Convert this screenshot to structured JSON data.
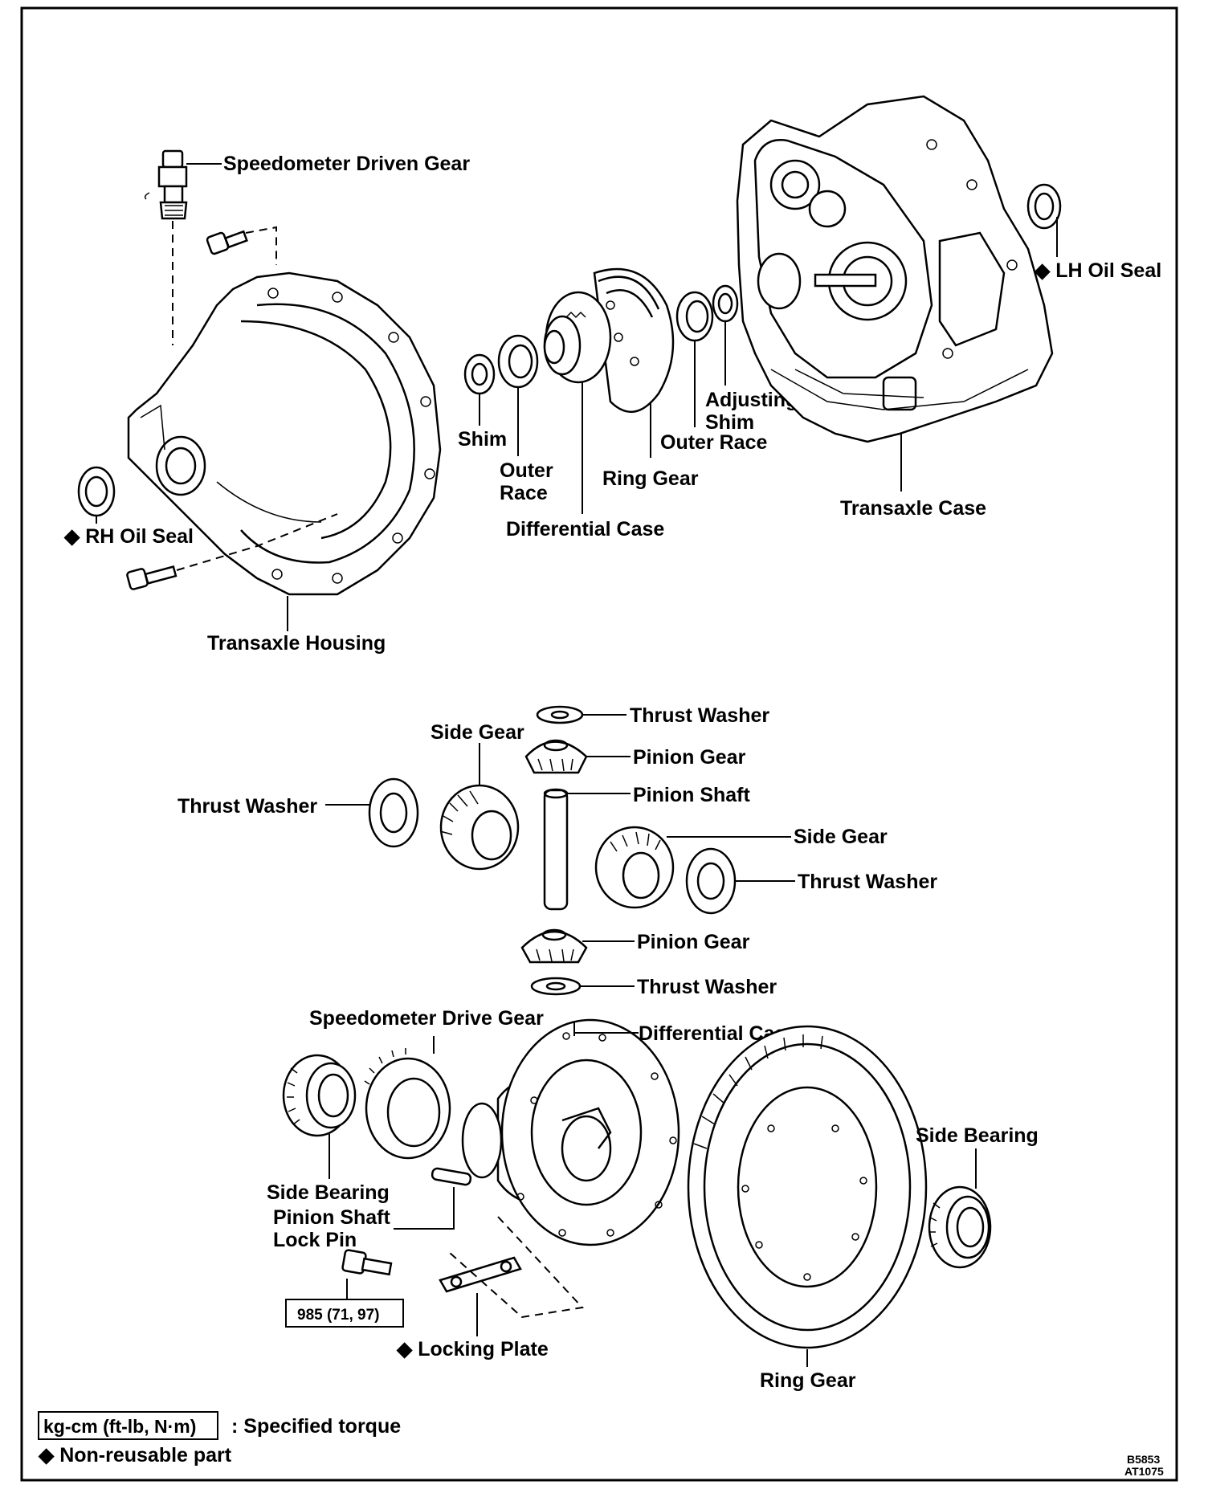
{
  "labels": {
    "speedometer_driven_gear": "Speedometer Driven Gear",
    "lh_oil_seal": "LH Oil Seal",
    "adjusting_shim_1": "Adjusting",
    "adjusting_shim_2": "Shim",
    "shim": "Shim",
    "outer_race_left_1": "Outer",
    "outer_race_left_2": "Race",
    "ring_gear_top": "Ring Gear",
    "outer_race_right": "Outer Race",
    "differential_case_top": "Differential Case",
    "transaxle_case": "Transaxle Case",
    "rh_oil_seal": "RH Oil Seal",
    "transaxle_housing": "Transaxle Housing",
    "thrust_washer_top": "Thrust Washer",
    "side_gear_left": "Side Gear",
    "pinion_gear_top": "Pinion Gear",
    "thrust_washer_left": "Thrust Washer",
    "pinion_shaft": "Pinion Shaft",
    "side_gear_right": "Side Gear",
    "thrust_washer_right": "Thrust Washer",
    "pinion_gear_bottom": "Pinion Gear",
    "thrust_washer_bottom": "Thrust Washer",
    "speedometer_drive_gear": "Speedometer Drive Gear",
    "differential_case_bottom": "Differential Case",
    "side_bearing_right": "Side Bearing",
    "side_bearing_left": "Side Bearing",
    "pinion_shaft_lock_pin_1": "Pinion Shaft",
    "pinion_shaft_lock_pin_2": "Lock Pin",
    "torque_value": "985 (71, 97)",
    "locking_plate": "Locking Plate",
    "ring_gear_bottom": "Ring Gear"
  },
  "legend": {
    "torque_unit": "kg-cm (ft-lb, N·m)",
    "torque_text": ": Specified torque",
    "nonreusable_text": "Non-reusable part"
  },
  "figure_codes": {
    "code1": "B5853",
    "code2": "AT1075"
  },
  "symbols": {
    "nonreusable_marker": "◆"
  }
}
